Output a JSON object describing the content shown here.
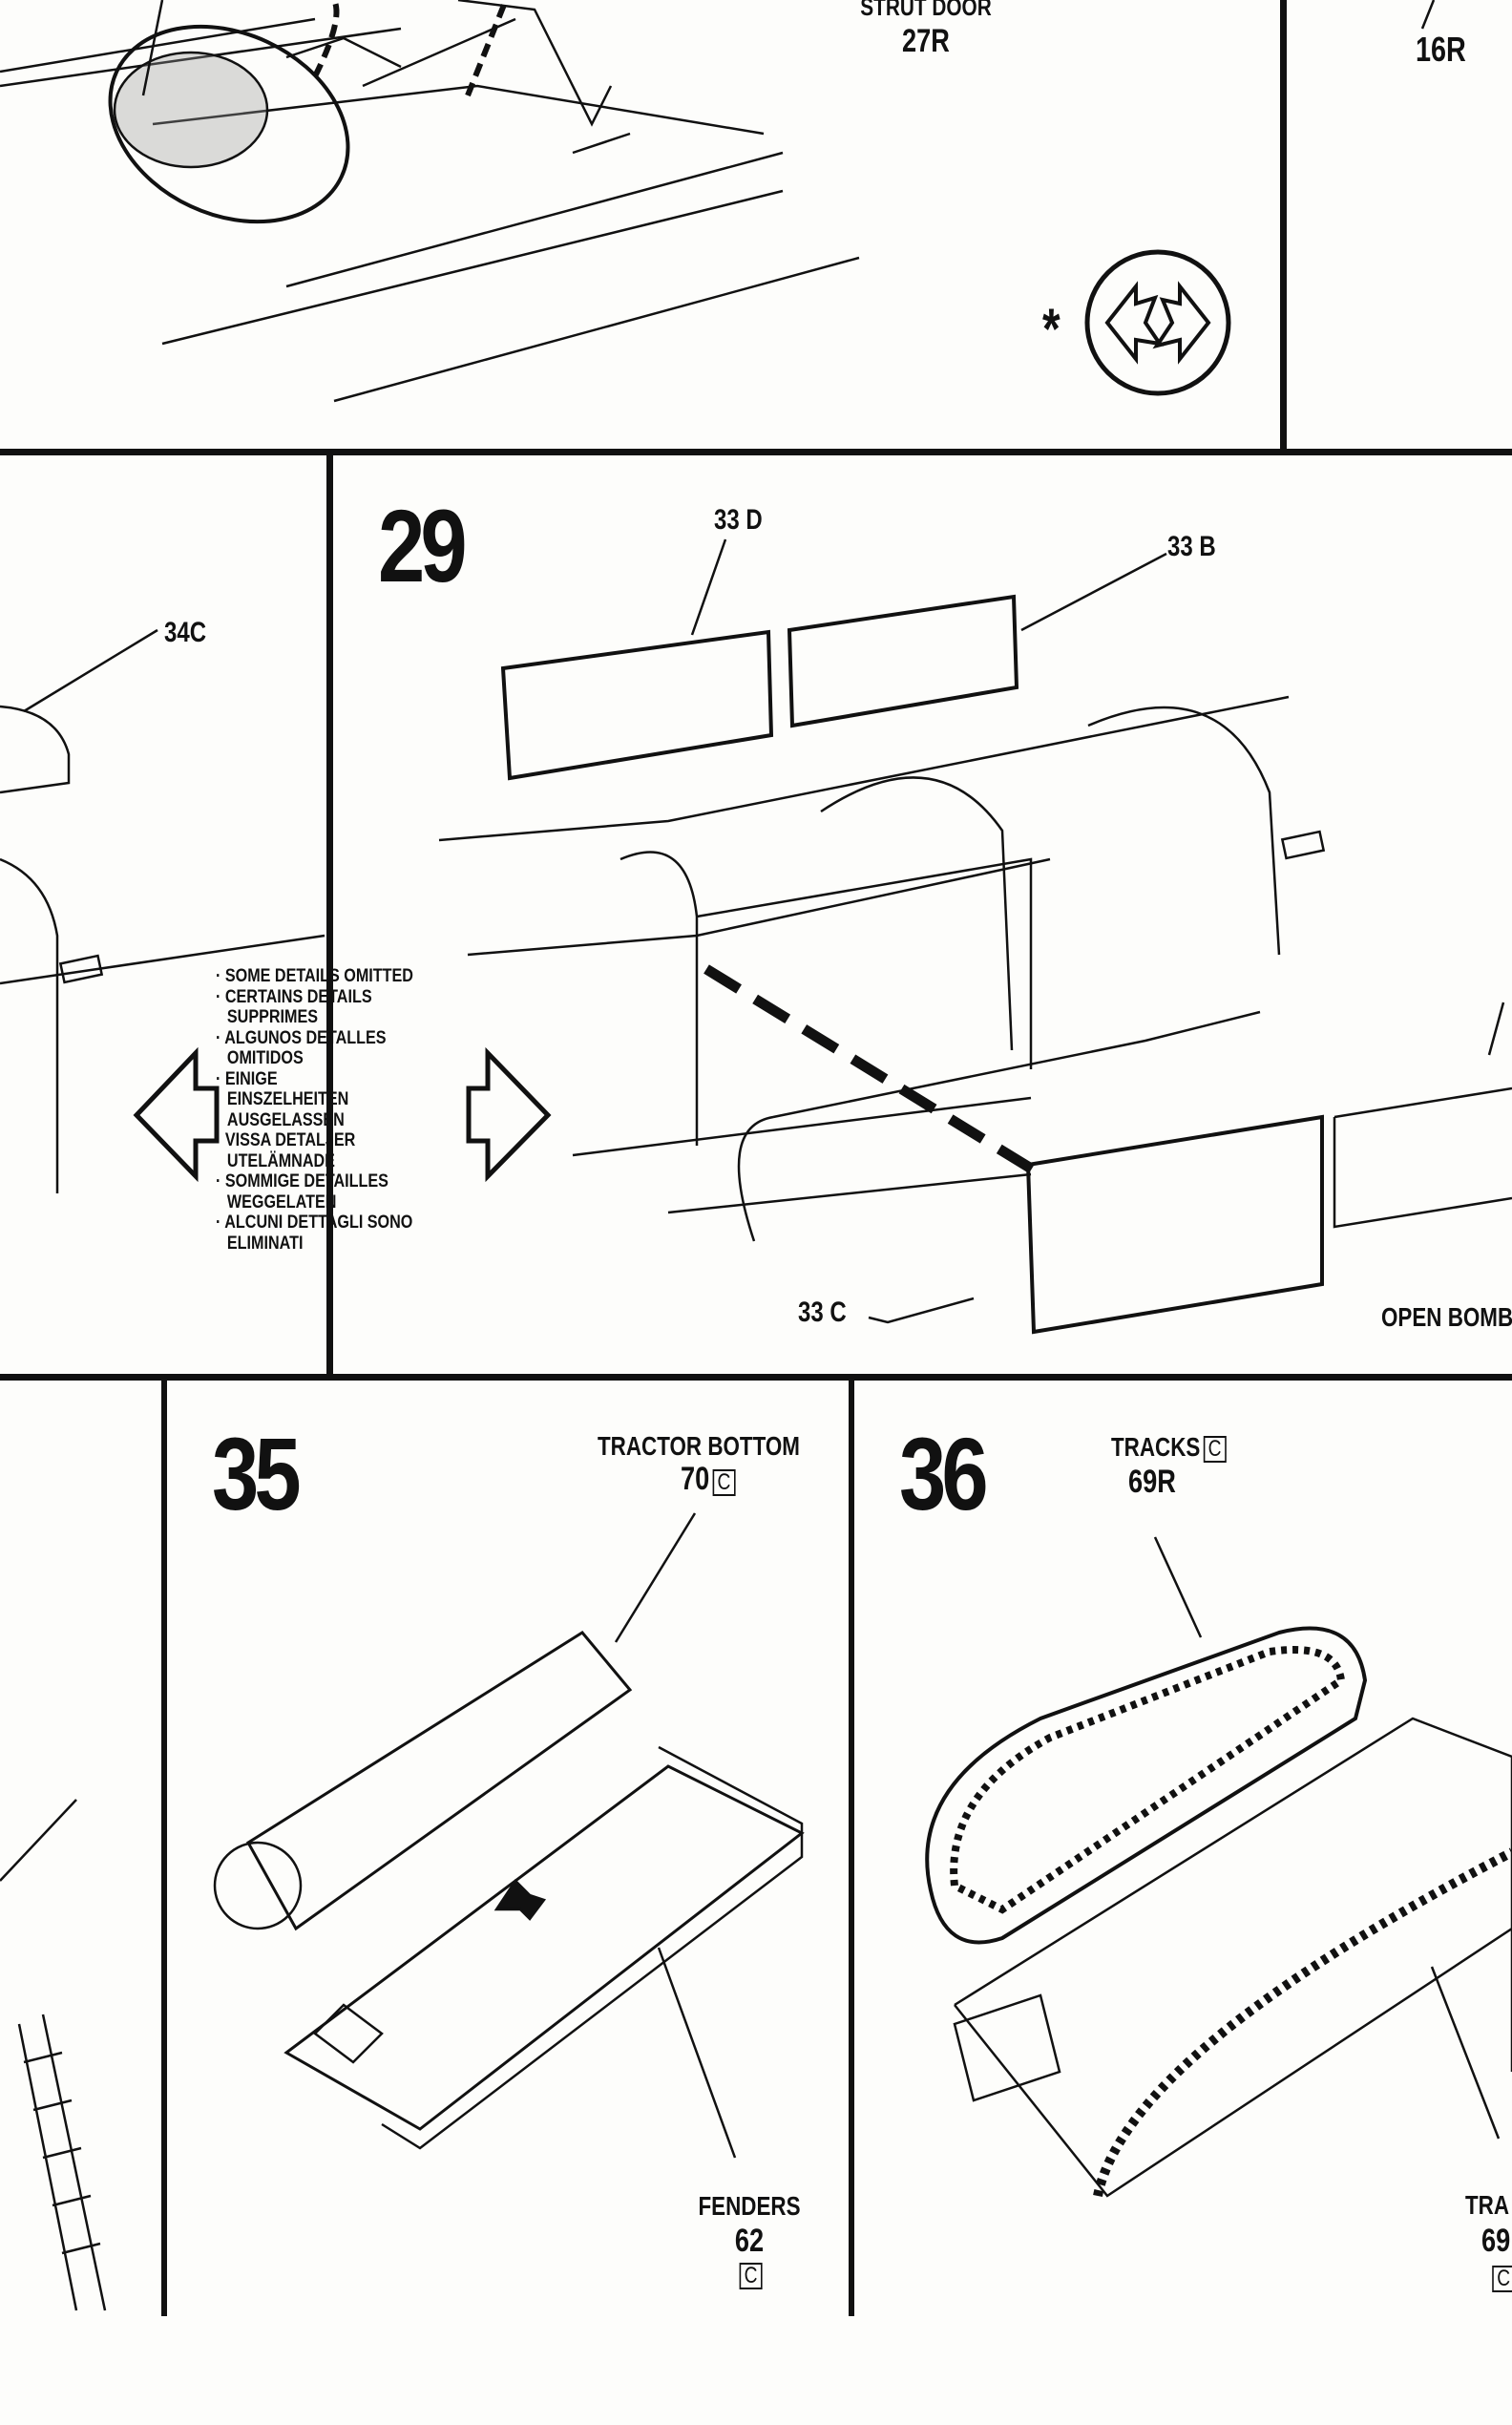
{
  "top_panel": {
    "strut_door_label": "STRUT DOOR",
    "strut_door_part": "27R",
    "right_part": "16R",
    "asterisk": "*"
  },
  "step_29": {
    "number": "29",
    "parts": {
      "d": "33 D",
      "b": "33 B",
      "c": "33 C",
      "left": "34C"
    },
    "open_label": "OPEN BOMB"
  },
  "notes": [
    "· SOME DETAILS OMITTED",
    "· CERTAINS DETAILS SUPPRIMES",
    "· ALGUNOS DETALLES OMITIDOS",
    "· EINIGE EINSZELHEITEN AUSGELASSEN",
    "· VISSA DETALJER UTELÄMNADE",
    "· SOMMIGE DETAILLES WEGGELATEN",
    "· ALCUNI DETTAGLI SONO ELIMINATI"
  ],
  "step_35": {
    "number": "35",
    "tractor_bottom_label": "TRACTOR BOTTOM",
    "tractor_bottom_part": "70",
    "tractor_bottom_code": "C",
    "fenders_label": "FENDERS",
    "fenders_part": "62",
    "fenders_code": "C"
  },
  "step_36": {
    "number": "36",
    "tracks_label": "TRACKS",
    "tracks_part": "69R",
    "tracks_code": "C",
    "right_label": "TRA",
    "right_part": "69",
    "right_code": "C"
  }
}
